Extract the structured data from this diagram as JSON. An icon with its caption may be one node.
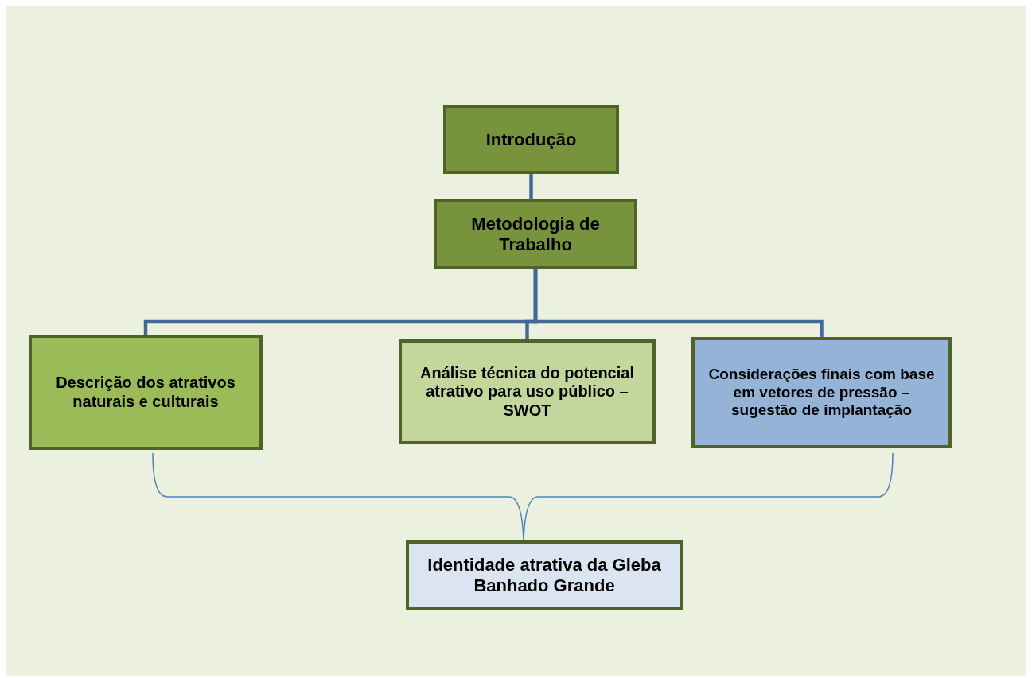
{
  "diagram": {
    "nodes": [
      {
        "text": [
          "Introdução"
        ]
      },
      {
        "text": [
          "Metodologia de Trabalho"
        ]
      },
      {
        "text": [
          "Descrição dos atrativos naturais e culturais"
        ]
      },
      {
        "text": [
          "Análise técnica do potencial atrativo para uso público – SWOT"
        ]
      },
      {
        "text": [
          "Considerações finais com base em vetores de pressão – sugestão de implantação"
        ]
      },
      {
        "text": [
          "Identidade atrativa da Gleba Banhado Grande"
        ]
      }
    ],
    "edges": [
      {
        "from": 0,
        "to": 1,
        "arrow": "none"
      },
      {
        "from": 1,
        "to": 2,
        "arrow": "none"
      },
      {
        "from": 1,
        "to": 3,
        "arrow": "none"
      },
      {
        "from": 1,
        "to": 4,
        "arrow": "none"
      }
    ]
  }
}
